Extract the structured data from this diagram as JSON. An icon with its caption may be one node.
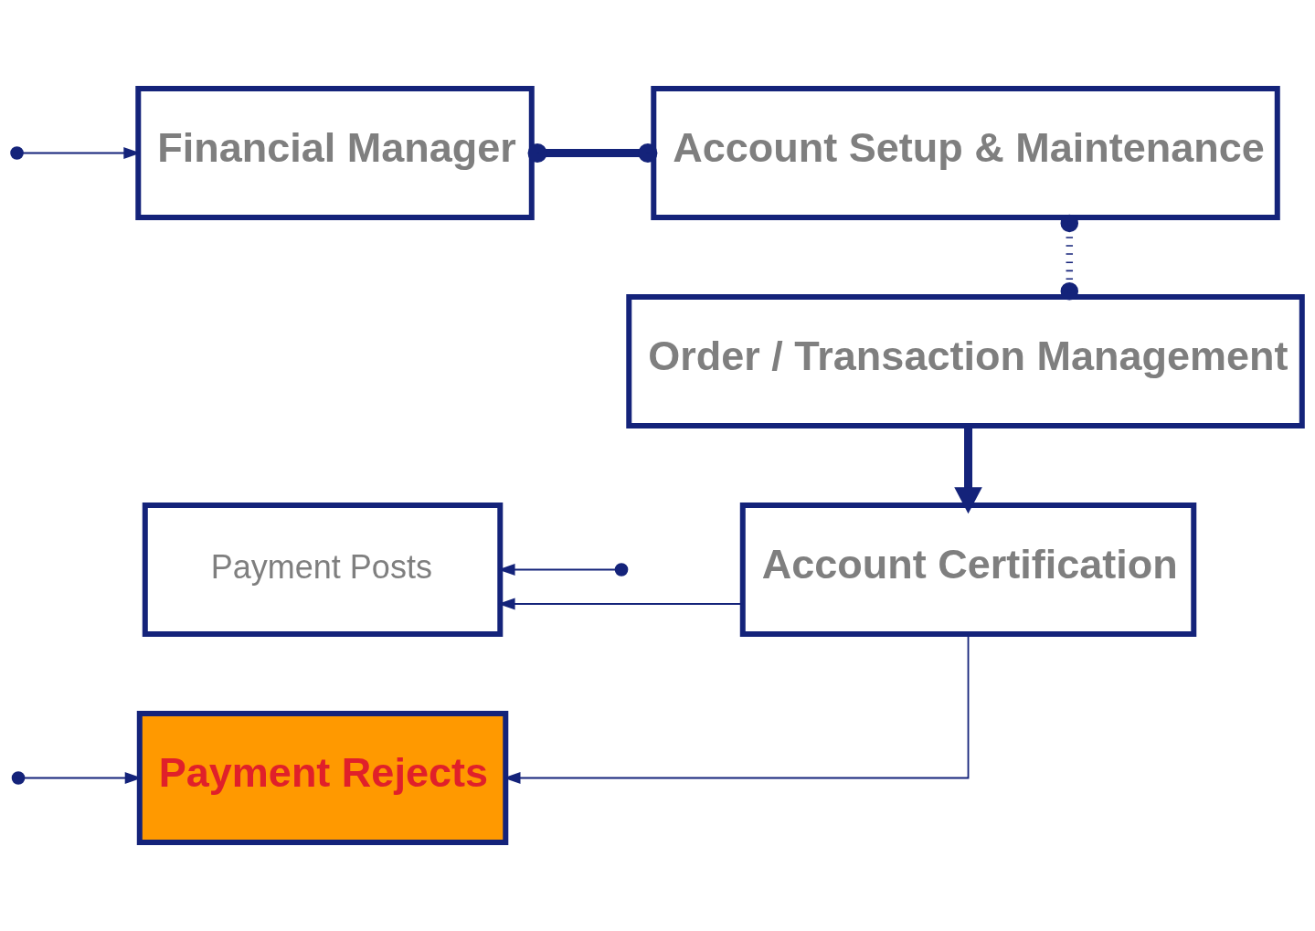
{
  "diagram": {
    "nodes": [
      {
        "text": [
          "Financial Manager"
        ]
      },
      {
        "text": [
          "Account Setup & Maintenance"
        ]
      },
      {
        "text": [
          "Order / Transaction Management"
        ]
      },
      {
        "text": [
          "Payment Posts"
        ]
      },
      {
        "text": [
          "Account Certification"
        ]
      },
      {
        "text": [
          "Payment Rejects"
        ]
      }
    ],
    "edges": [
      {
        "from": 0,
        "to": 1,
        "arrow": "other",
        "style": "thick"
      },
      {
        "from": 1,
        "to": 2,
        "arrow": "other",
        "style": "dashed"
      },
      {
        "from": 2,
        "to": 4,
        "arrow": "to",
        "style": "thick"
      },
      {
        "from": 4,
        "to": 3,
        "arrow": "to"
      },
      {
        "from": 4,
        "to": 5,
        "arrow": "to"
      },
      {
        "from": null,
        "to": 0,
        "arrow": "to"
      },
      {
        "from": null,
        "to": 3,
        "arrow": "to"
      },
      {
        "from": null,
        "to": 5,
        "arrow": "to"
      }
    ]
  }
}
